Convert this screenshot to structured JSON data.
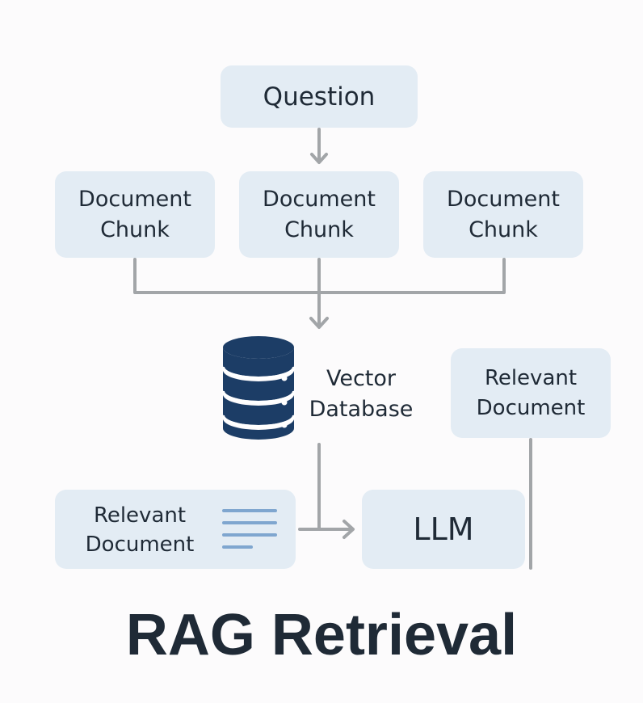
{
  "nodes": {
    "question": "Question",
    "chunk_1": [
      "Document",
      "Chunk"
    ],
    "chunk_2": [
      "Document",
      "Chunk"
    ],
    "chunk_3": [
      "Document",
      "Chunk"
    ],
    "vector_db": [
      "Vector",
      "Database"
    ],
    "relevant_right": [
      "Relevant",
      "Document"
    ],
    "relevant_left": [
      "Relevant",
      "Document"
    ],
    "llm": "LLM"
  },
  "title": "RAG Retrieval",
  "colors": {
    "box_fill": "#e3ecf4",
    "connector": "#a2a5a8",
    "database": "#1c3d66",
    "doc_lines": "#7fa6cf",
    "text": "#1f2a36"
  },
  "icons": {
    "database": "database-icon",
    "document_lines": "document-lines-icon"
  }
}
